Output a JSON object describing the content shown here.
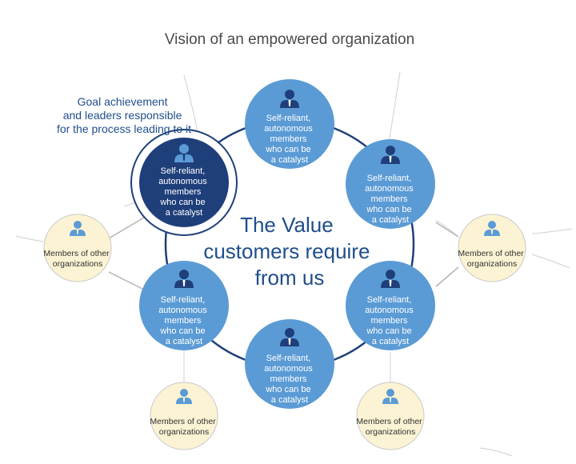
{
  "title": "Vision of an empowered organization",
  "center": {
    "lines": [
      "The Value",
      "customers require",
      "from us"
    ]
  },
  "goal_label": {
    "lines": [
      "Goal achievement",
      "and leaders responsible",
      "for the process leading to it"
    ]
  },
  "leader_node": {
    "lines": [
      "Self-reliant,",
      "autonomous",
      "members",
      "who can be",
      "a catalyst"
    ]
  },
  "member_nodes": [
    {
      "lines": [
        "Self-reliant,",
        "autonomous",
        "members",
        "who can be",
        "a catalyst"
      ]
    },
    {
      "lines": [
        "Self-reliant,",
        "autonomous",
        "members",
        "who can be",
        "a catalyst"
      ]
    },
    {
      "lines": [
        "Self-reliant,",
        "autonomous",
        "members",
        "who can be",
        "a catalyst"
      ]
    },
    {
      "lines": [
        "Self-reliant,",
        "autonomous",
        "members",
        "who can be",
        "a catalyst"
      ]
    },
    {
      "lines": [
        "Self-reliant,",
        "autonomous",
        "members",
        "who can be",
        "a catalyst"
      ]
    }
  ],
  "other_nodes": [
    {
      "lines": [
        "Members of other",
        "organizations"
      ]
    },
    {
      "lines": [
        "Members of other",
        "organizations"
      ]
    },
    {
      "lines": [
        "Members of other",
        "organizations"
      ]
    },
    {
      "lines": [
        "Members of other",
        "organizations"
      ]
    }
  ],
  "colors": {
    "member_fill": "#5b9bd5",
    "leader_fill": "#1f3f7a",
    "other_fill": "#fbf3d3",
    "ring": "#1f3f7a",
    "connector": "#b4b4b4",
    "center_text": "#1f4e8c"
  },
  "icons": {
    "member": "person-icon",
    "other": "person-icon"
  }
}
